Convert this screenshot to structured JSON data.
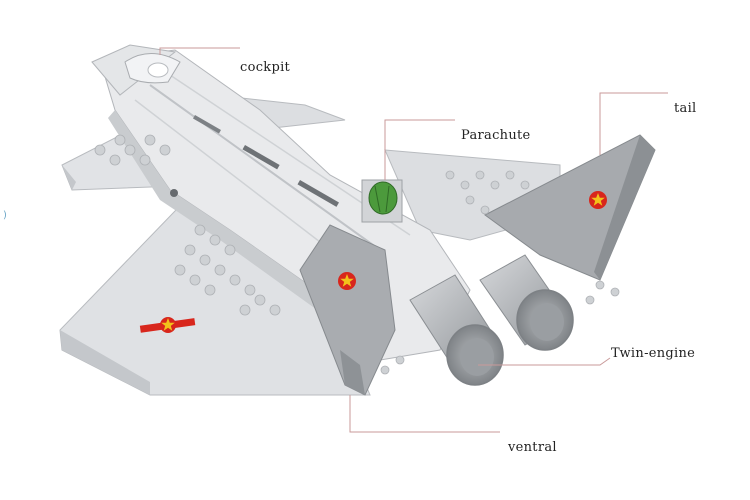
{
  "callouts": {
    "cockpit": "cockpit",
    "parachute": "Parachute",
    "tail": "tail",
    "twin_engine": "Twin-engine",
    "ventral": "ventral"
  },
  "colors": {
    "leader_line": "#c99a9a",
    "body_light": "#e6e7e9",
    "body_mid": "#cfd1d4",
    "body_dark": "#a9acb0",
    "star_red": "#d8261c",
    "star_yellow": "#f2c21b",
    "parachute_green": "#4c9a3c"
  },
  "icons": {
    "insignia": "red-star-insignia-icon"
  }
}
